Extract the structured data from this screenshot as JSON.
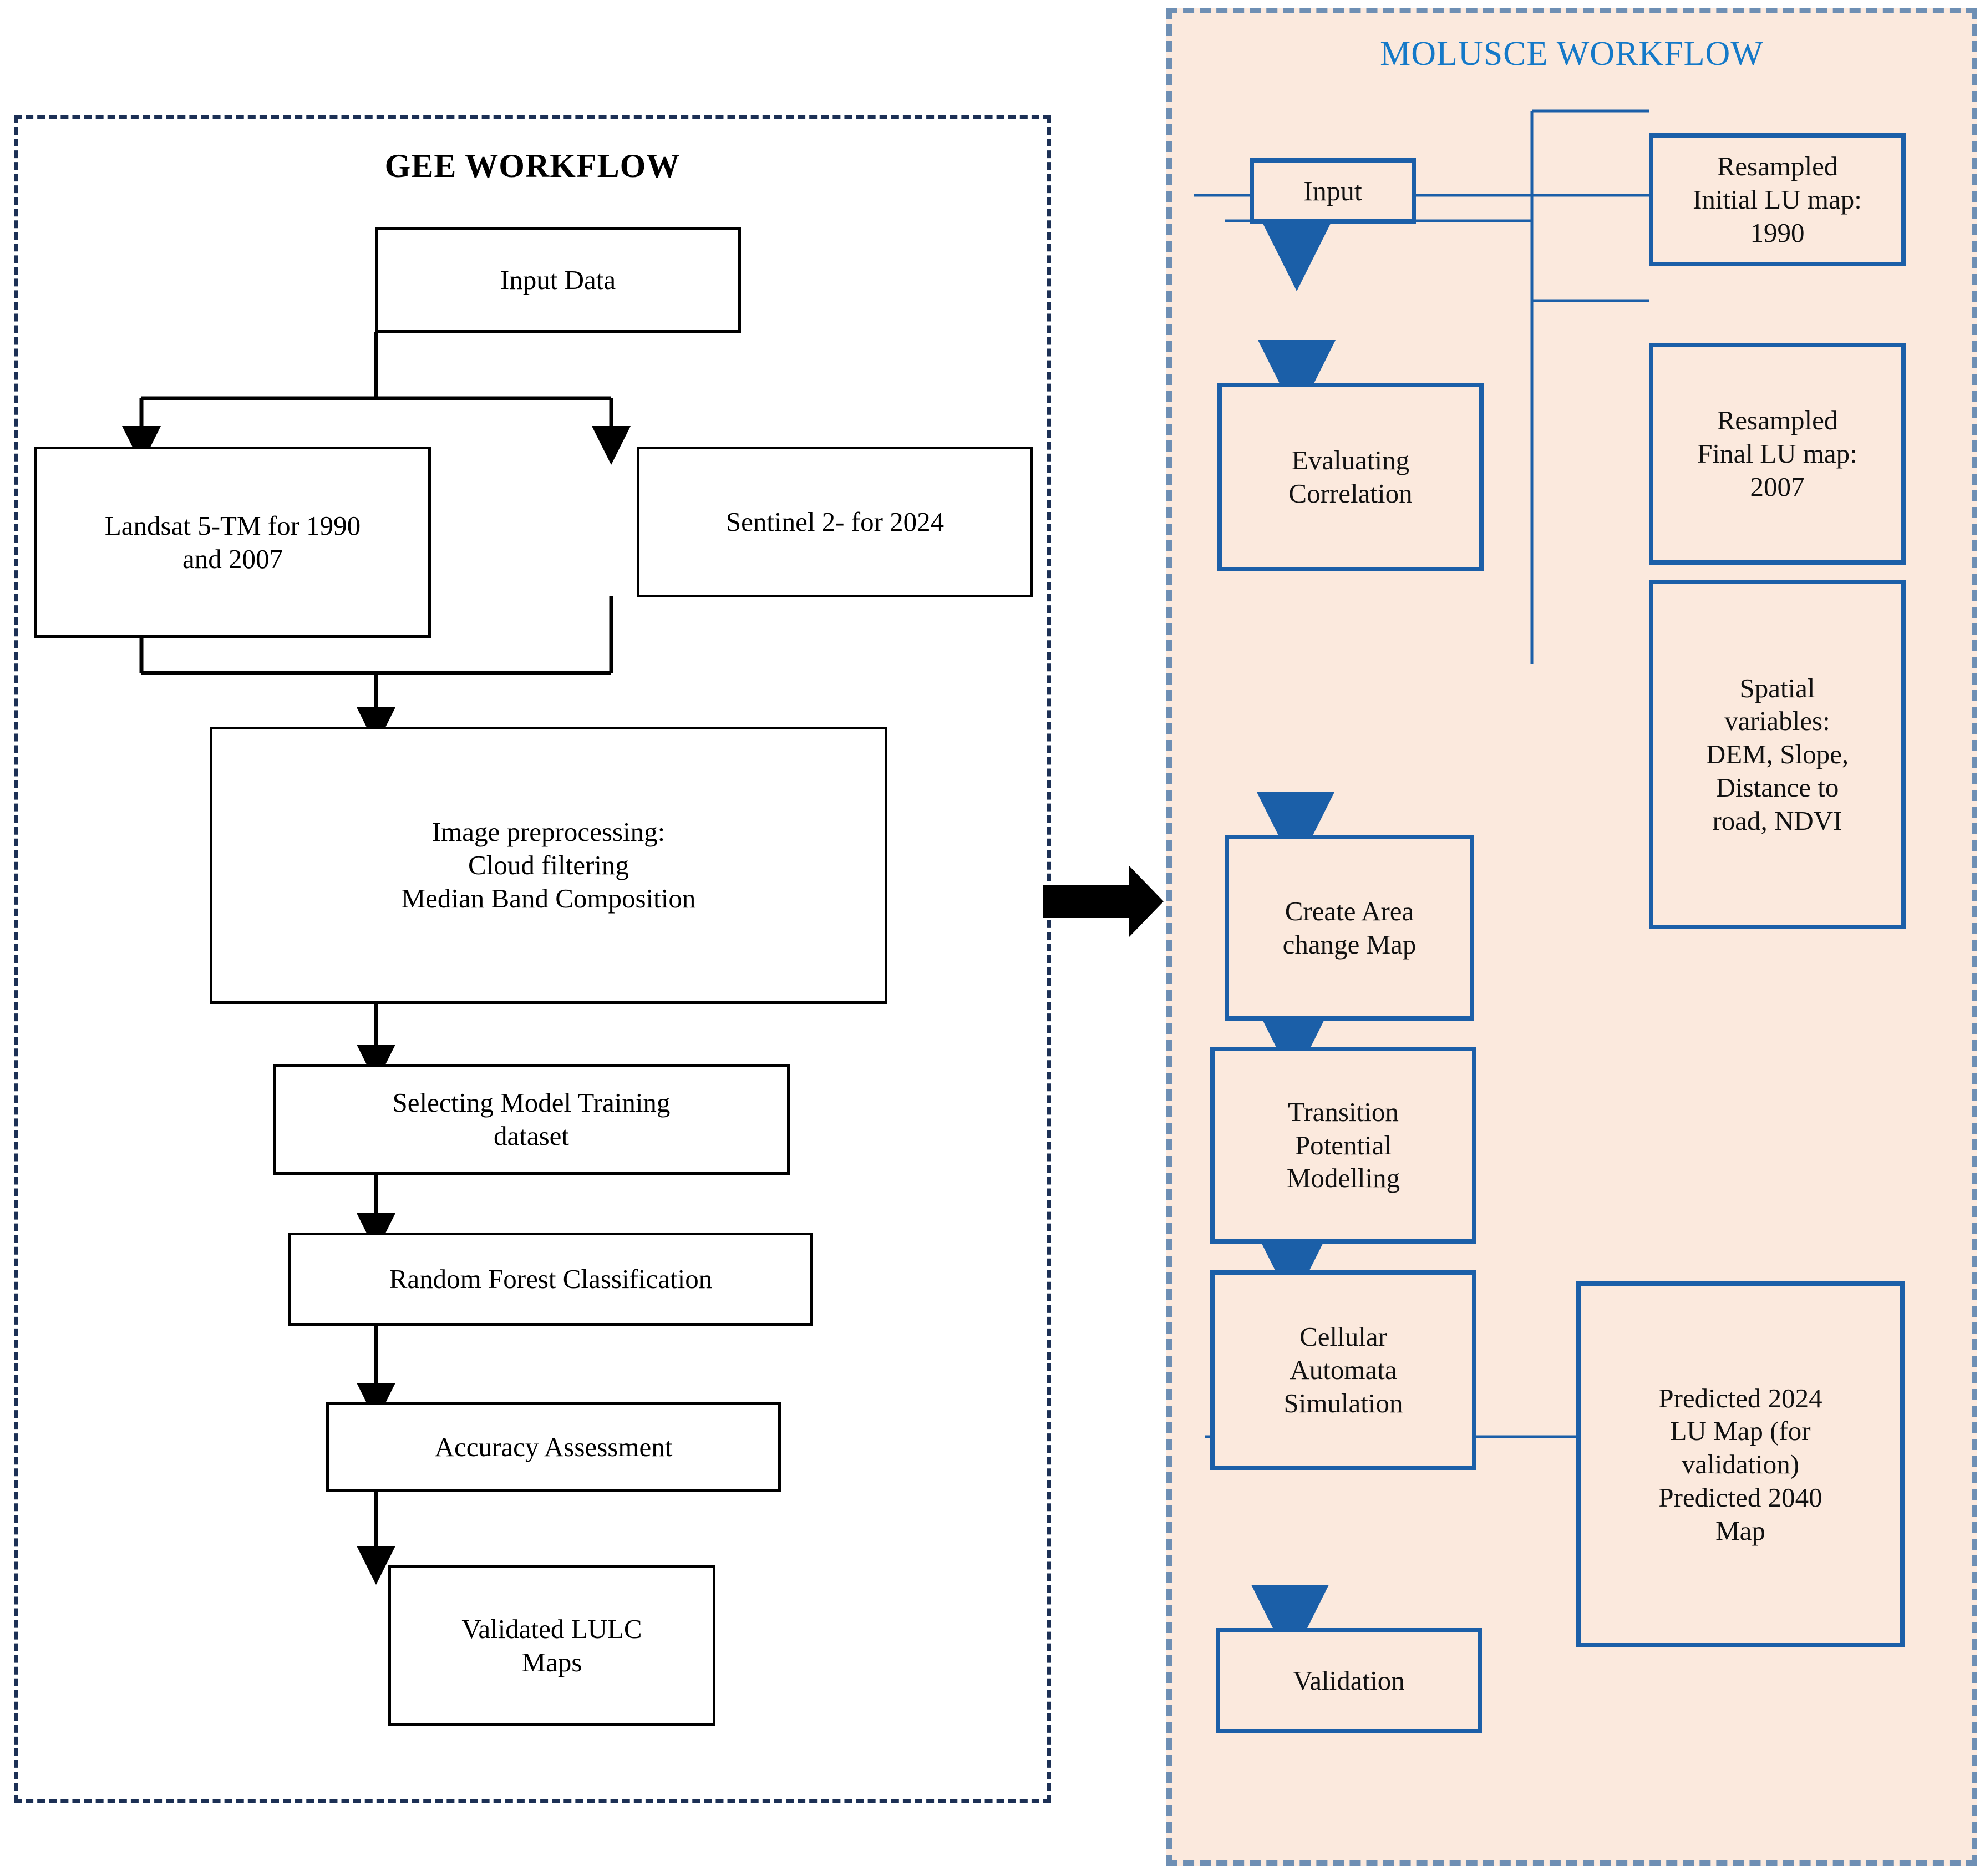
{
  "figure": {
    "type": "flowchart",
    "panels": [
      {
        "id": "gee",
        "title": "GEE WORKFLOW",
        "border_style": "dashed",
        "border_color": "#1c3055",
        "background": "#ffffff",
        "node_border_color": "#000000"
      },
      {
        "id": "molusce",
        "title": "MOLUSCE WORKFLOW",
        "title_color": "#1479c8",
        "border_style": "dashed",
        "border_color": "#6e8fb4",
        "background": "#fbe9dd",
        "node_border_color": "#1b5fa8"
      }
    ],
    "bridge_arrow": {
      "label": "gee-to-molusce-arrow",
      "color": "#000000",
      "direction": "right"
    }
  },
  "gee": {
    "title": "GEE WORKFLOW",
    "nodes": {
      "input_data": "Input Data",
      "landsat": "Landsat 5-TM for 1990\nand   2007",
      "sentinel": "Sentinel 2- for 2024",
      "preprocessing": "Image preprocessing:\nCloud filtering\nMedian Band Composition",
      "training": "Selecting Model Training\ndataset",
      "random_forest": "Random Forest Classification",
      "accuracy": "Accuracy Assessment",
      "lulc": "Validated LULC\nMaps"
    }
  },
  "molusce": {
    "title": "MOLUSCE WORKFLOW",
    "nodes": {
      "input": "Input",
      "initial_lu": "Resampled\nInitial LU map:\n1990",
      "final_lu": "Resampled\nFinal LU map:\n2007",
      "spatial_vars": "Spatial\nvariables:\nDEM, Slope,\nDistance to\nroad, NDVI",
      "evaluating_correlation": "Evaluating\nCorrelation",
      "area_change": "Create Area\nchange Map",
      "transition_potential": "Transition\nPotential\nModelling",
      "cellular_automata": "Cellular\nAutomata\nSimulation",
      "predicted_maps": "Predicted 2024\nLU Map (for\nvalidation)\nPredicted 2040\nMap",
      "validation": "Validation"
    }
  }
}
